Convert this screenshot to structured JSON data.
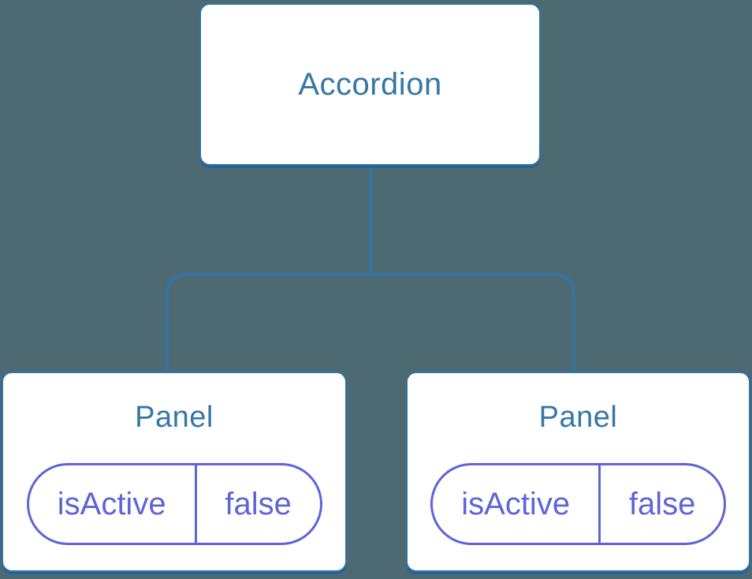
{
  "tree": {
    "root": {
      "label": "Accordion"
    },
    "children": [
      {
        "label": "Panel",
        "state": {
          "name": "isActive",
          "value": "false"
        }
      },
      {
        "label": "Panel",
        "state": {
          "name": "isActive",
          "value": "false"
        }
      }
    ]
  },
  "colors": {
    "background": "#4d6a73",
    "connector": "#2e75a7",
    "connector_shadow": "#26628f",
    "node_text": "#3478a8",
    "state": "#5f64d6",
    "node_bg": "#ffffff"
  }
}
